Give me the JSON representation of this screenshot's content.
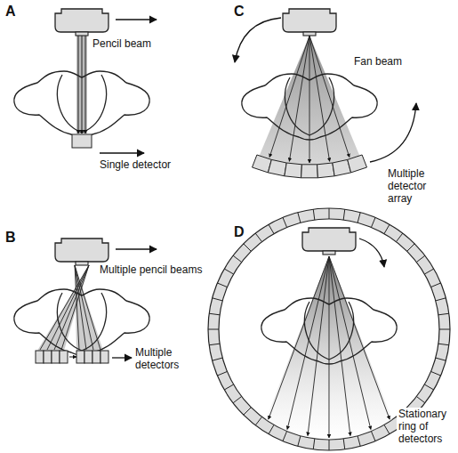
{
  "diagram": {
    "labels": [
      "A",
      "Pencil beam",
      "Single detector",
      "B",
      "Multiple pencil beams",
      "Multiple detectors",
      "C",
      "Fan beam",
      "Multiple detector array",
      "D",
      "Stationary ring of detectors"
    ]
  }
}
